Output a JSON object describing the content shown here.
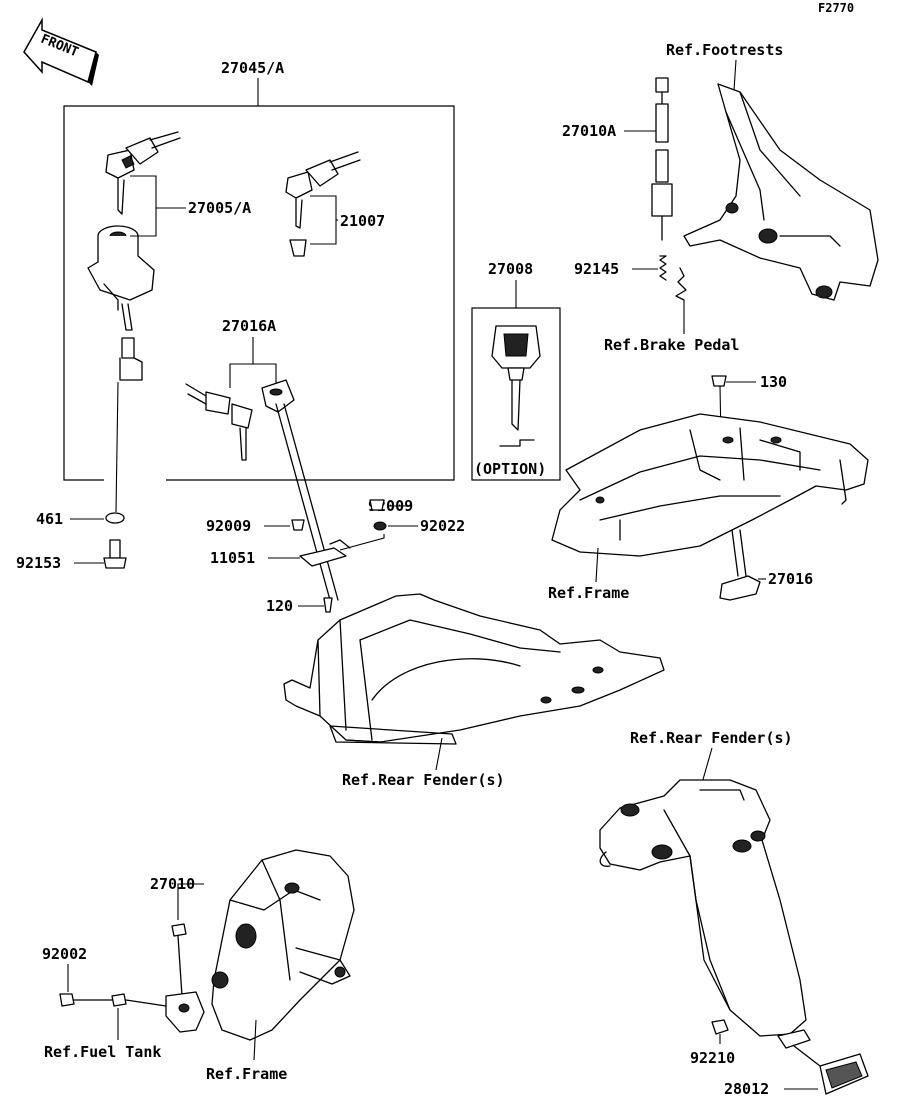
{
  "drawing_code": "F2770",
  "front_arrow": "FRONT",
  "labels": {
    "ign_switch_assy": "27045/A",
    "key_blank": "27005/A",
    "lock_21007": "21007",
    "lock_set": "27016A",
    "key_27008": "27008",
    "option": "(OPTION)",
    "washer_461": "461",
    "bolt_92153": "92153",
    "screw_92009_a": "92009",
    "screw_92009_b": "92009",
    "washer_92022": "92022",
    "plate_11051": "11051",
    "clip_120": "120",
    "rear_fender_1": "Ref.Rear Fender(s)",
    "footrests": "Ref.Footrests",
    "switch_27010a": "27010A",
    "spring_92145": "92145",
    "brake_pedal": "Ref.Brake Pedal",
    "bolt_130": "130",
    "frame_1": "Ref.Frame",
    "lock_27016": "27016",
    "rear_fender_2": "Ref.Rear Fender(s)",
    "nut_92210": "92210",
    "reflector_28012": "28012",
    "switch_27010": "27010",
    "bolt_92002": "92002",
    "fuel_tank": "Ref.Fuel Tank",
    "frame_2": "Ref.Frame"
  }
}
